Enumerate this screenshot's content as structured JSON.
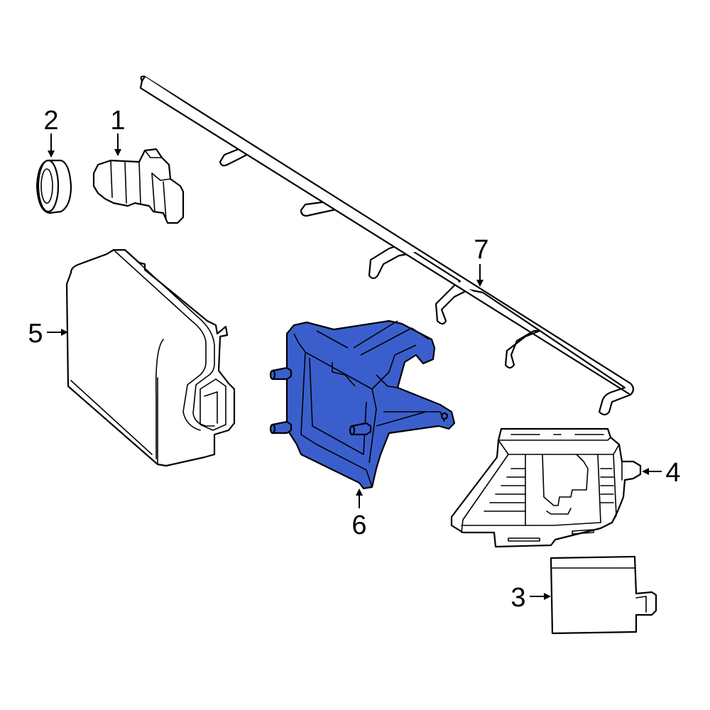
{
  "callouts": {
    "c1": "1",
    "c2": "2",
    "c3": "3",
    "c4": "4",
    "c5": "5",
    "c6": "6",
    "c7": "7"
  },
  "colors": {
    "highlight": "#3a5fcd",
    "line": "#000000",
    "background": "#ffffff"
  },
  "parts": [
    {
      "callout": "1",
      "icon": "parking-sensor-icon",
      "highlighted": false
    },
    {
      "callout": "2",
      "icon": "sensor-ring-icon",
      "highlighted": false
    },
    {
      "callout": "3",
      "icon": "module-box-icon",
      "highlighted": false
    },
    {
      "callout": "4",
      "icon": "bracket-cover-icon",
      "highlighted": false
    },
    {
      "callout": "5",
      "icon": "control-module-icon",
      "highlighted": false
    },
    {
      "callout": "6",
      "icon": "mounting-bracket-icon",
      "highlighted": true
    },
    {
      "callout": "7",
      "icon": "wire-harness-icon",
      "highlighted": false
    }
  ]
}
